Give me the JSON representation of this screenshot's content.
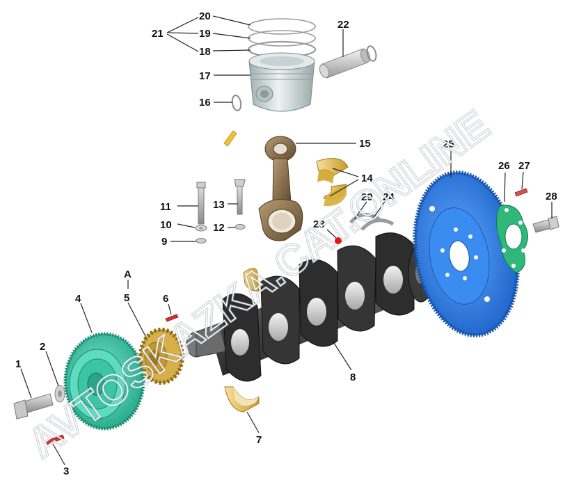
{
  "watermark": "AVTOSKAZKA.CAT.ONLINE",
  "callouts": {
    "c1": "1",
    "c2": "2",
    "c3": "3",
    "c4": "4",
    "c5": "5",
    "cA": "A",
    "c6": "6",
    "c7": "7",
    "c8": "8",
    "c9": "9",
    "c10": "10",
    "c11": "11",
    "c12": "12",
    "c13": "13",
    "c14": "14",
    "c15": "15",
    "c16": "16",
    "c17": "17",
    "c18": "18",
    "c19": "19",
    "c20": "20",
    "c21": "21",
    "c22": "22",
    "c23": "23",
    "c24": "24",
    "c25": "25",
    "c26": "26",
    "c27": "27",
    "c28": "28",
    "c29": "29"
  },
  "colors": {
    "pulley": "#3ccfb0",
    "gear": "#c9a13a",
    "crankshaft": "#3a3a3a",
    "bearing": "#e2b93a",
    "rod": "#8b7350",
    "piston": "#cfd8d8",
    "flywheel": "#2f7fe6",
    "gasket": "#2fb87a",
    "bolt": "#b8b8b8",
    "pin_red": "#d23030",
    "dot_red": "#e01818"
  }
}
